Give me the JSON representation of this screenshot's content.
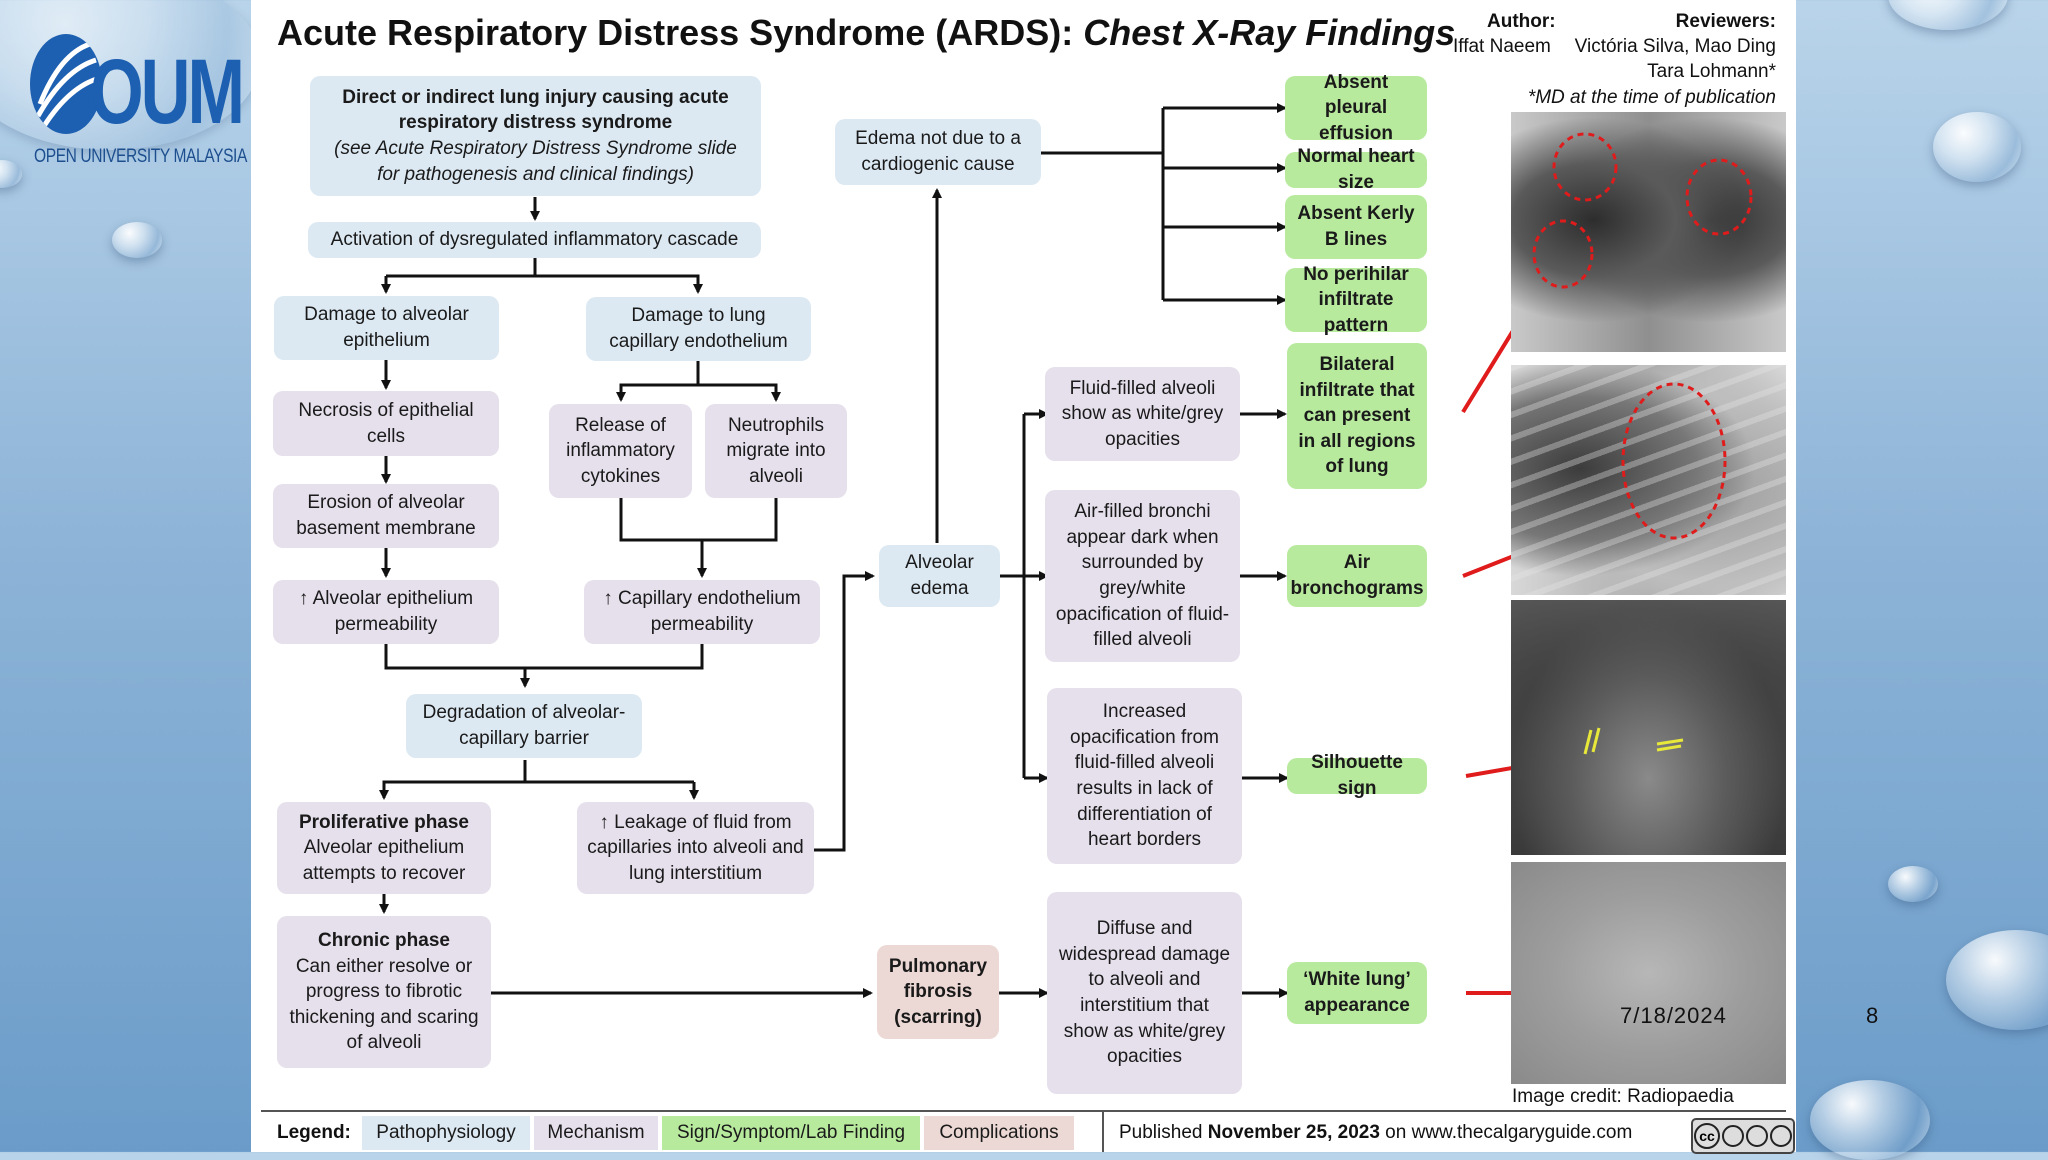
{
  "title": {
    "main": "Acute Respiratory Distress Syndrome (ARDS): ",
    "sub": "Chest X-Ray Findings"
  },
  "credits": {
    "author_label": "Author:",
    "author_name": "Iffat Naeem",
    "reviewers_label": "Reviewers:",
    "reviewers_line1": "Victória Silva, Mao Ding",
    "reviewers_line2": "Tara Lohmann*",
    "footnote": "*MD at the time of publication"
  },
  "logo": {
    "brand": "OUM",
    "subtitle": "OPEN UNIVERSITY MALAYSIA"
  },
  "nodes": {
    "injury_line1": "Direct or indirect lung injury causing acute",
    "injury_line2": "respiratory distress syndrome",
    "injury_note1": "(see Acute Respiratory Distress Syndrome slide",
    "injury_note2": "for pathogenesis and clinical findings)",
    "cascade": "Activation of dysregulated inflammatory cascade",
    "alv_damage": "Damage to alveolar epithelium",
    "cap_damage": "Damage to lung capillary endothelium",
    "necrosis": "Necrosis of epithelial cells",
    "erosion": "Erosion of alveolar basement membrane",
    "alv_perm": "↑ Alveolar epithelium permeability",
    "cytokines": "Release of inflammatory cytokines",
    "neutrophils": "Neutrophils migrate into alveoli",
    "cap_perm": "↑ Capillary endothelium permeability",
    "degradation": "Degradation of alveolar-capillary barrier",
    "prolif_title": "Proliferative phase",
    "prolif_text": "Alveolar epithelium attempts to recover",
    "leakage": "↑ Leakage of fluid from capillaries into alveoli and lung interstitium",
    "chronic_title": "Chronic phase",
    "chronic_text": "Can either resolve or progress to fibrotic thickening and scaring of alveoli",
    "edema_noncardio": "Edema not due to a cardiogenic cause",
    "alv_edema": "Alveolar edema",
    "fibrosis": "Pulmonary fibrosis (scarring)",
    "fluid_filled": "Fluid-filled alveoli show as white/grey opacities",
    "air_filled": "Air-filled bronchi appear dark when surrounded by grey/white opacification of fluid-filled alveoli",
    "increased_opac": "Increased opacification from fluid-filled alveoli results in lack of differentiation of heart borders",
    "diffuse": "Diffuse and widespread damage to alveoli and interstitium that show as white/grey opacities"
  },
  "signs": {
    "pleural": "Absent pleural effusion",
    "heart": "Normal heart size",
    "kerley": "Absent Kerly B lines",
    "perihilar": "No perihilar infiltrate pattern",
    "bilateral": "Bilateral infiltrate that can present in all regions of lung",
    "bronchograms": "Air bronchograms",
    "silhouette": "Silhouette sign",
    "white_lung": "‘White lung’ appearance"
  },
  "image_credit": "Image credit: Radiopaedia",
  "slide_meta": {
    "date": "7/18/2024",
    "page": "8"
  },
  "legend": {
    "label": "Legend:",
    "items": [
      "Pathophysiology",
      "Mechanism",
      "Sign/Symptom/Lab Finding",
      "Complications"
    ],
    "published_prefix": "Published ",
    "published_date": "November 25, 2023",
    "published_suffix": " on www.thecalgaryguide.com"
  },
  "colors": {
    "pathophysiology": "#dce9f3",
    "mechanism": "#e6dfec",
    "sign": "#b8ea9e",
    "complication": "#ecd8d4",
    "logo_blue": "#1d5fb0",
    "arrow_red": "#e01b1b"
  }
}
